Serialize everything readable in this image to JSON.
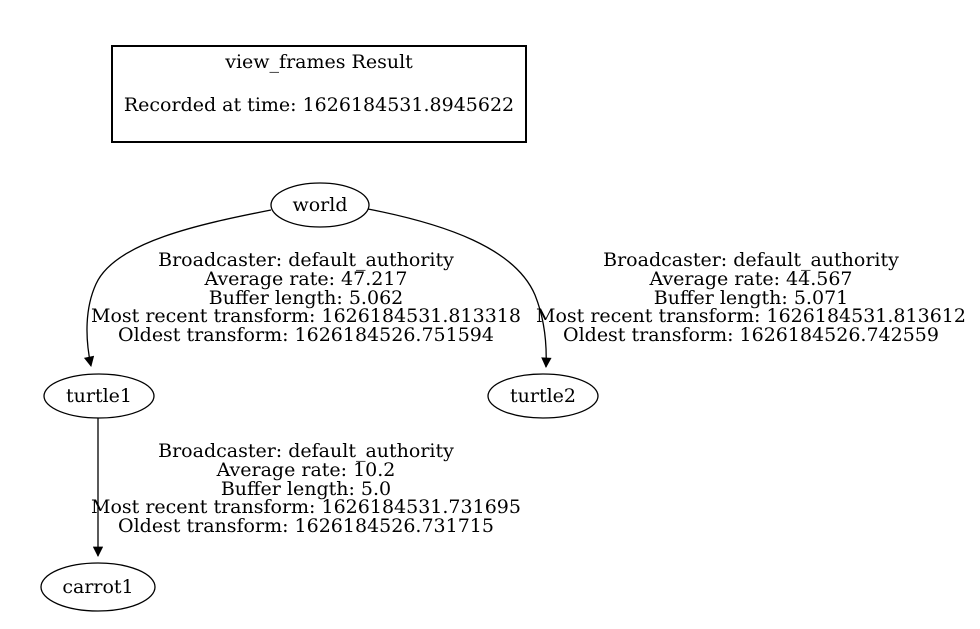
{
  "header": {
    "title": "view_frames Result",
    "recorded": "Recorded at time: 1626184531.8945622"
  },
  "nodes": {
    "root": "world",
    "left_child": "turtle1",
    "right_child": "turtle2",
    "grandchild": "carrot1"
  },
  "edges": {
    "world_turtle1": {
      "broadcaster": "Broadcaster: default_authority",
      "rate": "Average rate: 47.217",
      "buffer": "Buffer length: 5.062",
      "recent": "Most recent transform: 1626184531.813318",
      "oldest": "Oldest transform: 1626184526.751594"
    },
    "world_turtle2": {
      "broadcaster": "Broadcaster: default_authority",
      "rate": "Average rate: 44.567",
      "buffer": "Buffer length: 5.071",
      "recent": "Most recent transform: 1626184531.813612",
      "oldest": "Oldest transform: 1626184526.742559"
    },
    "turtle1_carrot1": {
      "broadcaster": "Broadcaster: default_authority",
      "rate": "Average rate: 10.2",
      "buffer": "Buffer length: 5.0",
      "recent": "Most recent transform: 1626184531.731695",
      "oldest": "Oldest transform: 1626184526.731715"
    }
  },
  "colors": {
    "background": "#ffffff",
    "stroke": "#000000",
    "text": "#000000"
  }
}
